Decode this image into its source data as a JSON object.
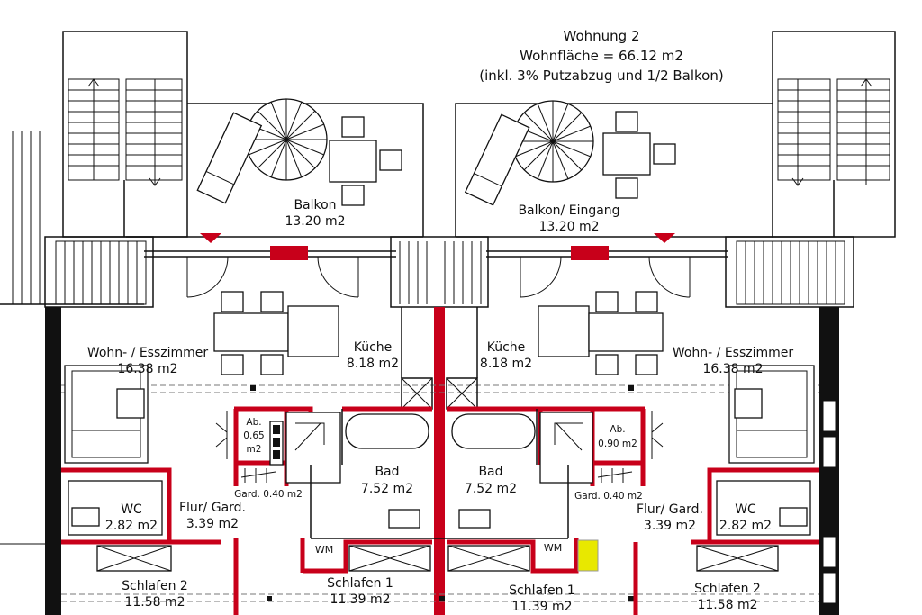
{
  "header": {
    "line1": "Wohnung 2",
    "line2": "Wohnfläche = 66.12 m2",
    "line3": "(inkl. 3% Putzabzug und 1/2 Balkon)"
  },
  "rooms": {
    "balkon_left": {
      "name": "Balkon",
      "area": "13.20 m2"
    },
    "balkon_right": {
      "name": "Balkon/ Eingang",
      "area": "13.20 m2"
    },
    "wohn_left": {
      "name": "Wohn- / Esszimmer",
      "area": "16.38 m2"
    },
    "wohn_right": {
      "name": "Wohn- / Esszimmer",
      "area": "16.38 m2"
    },
    "kueche_left": {
      "name": "Küche",
      "area": "8.18 m2"
    },
    "kueche_right": {
      "name": "Küche",
      "area": "8.18 m2"
    },
    "ab_left": {
      "name": "Ab.",
      "area1": "0.65",
      "area2": "m2"
    },
    "ab_right": {
      "name": "Ab.",
      "area": "0.90 m2"
    },
    "gard_left": {
      "label": "Gard. 0.40 m2"
    },
    "gard_right": {
      "label": "Gard. 0.40 m2"
    },
    "bad_left": {
      "name": "Bad",
      "area": "7.52 m2"
    },
    "bad_right": {
      "name": "Bad",
      "area": "7.52 m2"
    },
    "wc_left": {
      "name": "WC",
      "area": "2.82 m2"
    },
    "wc_right": {
      "name": "WC",
      "area": "2.82 m2"
    },
    "flur_left": {
      "name": "Flur/ Gard.",
      "area": "3.39 m2"
    },
    "flur_right": {
      "name": "Flur/ Gard.",
      "area": "3.39 m2"
    },
    "schlafen1_left": {
      "name": "Schlafen 1",
      "area": "11.39 m2"
    },
    "schlafen1_right": {
      "name": "Schlafen 1",
      "area": "11.39 m2"
    },
    "schlafen2_left": {
      "name": "Schlafen 2",
      "area": "11.58 m2"
    },
    "schlafen2_right": {
      "name": "Schlafen 2",
      "area": "11.58 m2"
    },
    "wm_left": {
      "label": "WM"
    },
    "wm_right": {
      "label": "WM"
    }
  },
  "colors": {
    "wall": "#c8001a",
    "line": "#111111",
    "highlight": "#e8e800"
  }
}
